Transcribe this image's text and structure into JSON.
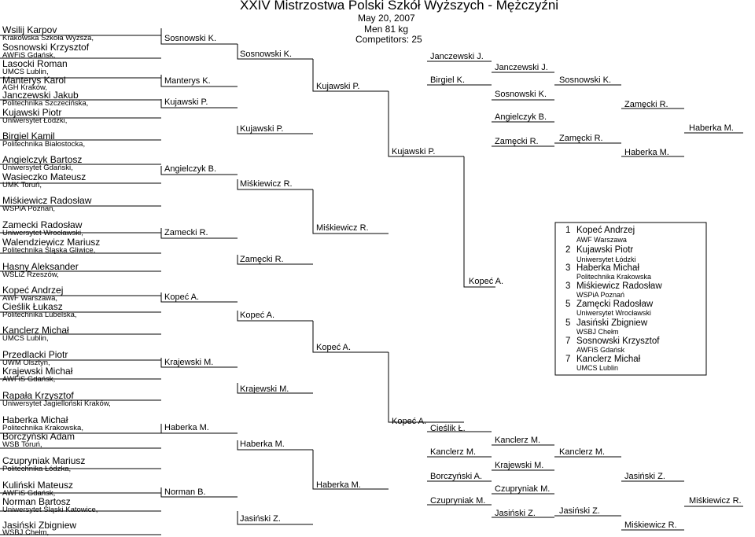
{
  "header": {
    "title": "XXIV Mistrzostwa Polski Szkół Wyższych - Mężczyźni",
    "date": "May 20, 2007",
    "category": "Men 81 kg",
    "competitors": "Competitors: 25"
  },
  "players": [
    {
      "name": "Wsilij Karpov",
      "club": "Krakowska Szkoła Wyższa,"
    },
    {
      "name": "Sosnowski Krzysztof",
      "club": "AWFiS Gdańsk,"
    },
    {
      "name": "Lasocki Roman",
      "club": "UMCS Lublin,"
    },
    {
      "name": "Manterys Karol",
      "club": "AGH Kraków,"
    },
    {
      "name": "Janczewski Jakub",
      "club": "Politechnika Szczecińska,"
    },
    {
      "name": "Kujawski Piotr",
      "club": "Uniwersytet Łódzki,"
    },
    {
      "name": "Birgiel Kamil",
      "club": "Politechnika Białostocka,"
    },
    {
      "name": "Angielczyk Bartosz",
      "club": "Uniwersytet Gdański,"
    },
    {
      "name": "Wasieczko Mateusz",
      "club": "UMK Toruń,"
    },
    {
      "name": "Miśkiewicz Radosław",
      "club": "WSPiA Poznań,"
    },
    {
      "name": "Zamecki Radosław",
      "club": "Uniwersytet Wrocławski,"
    },
    {
      "name": "Walendziewicz Mariusz",
      "club": "Politechnika Śląska Gliwice,"
    },
    {
      "name": "Hasny Aleksander",
      "club": "WSLiZ Rzeszów,"
    },
    {
      "name": "Kopeć Andrzej",
      "club": "AWF Warszawa,"
    },
    {
      "name": "Cieślik Łukasz",
      "club": "Politechnika Lubelska,"
    },
    {
      "name": "Kanclerz Michał",
      "club": "UMCS Lublin,"
    },
    {
      "name": "Przedlacki Piotr",
      "club": "UWM Olsztyn,"
    },
    {
      "name": "Krajewski Michał",
      "club": "AWFiS Gdańsk,"
    },
    {
      "name": "Rapała Krzysztof",
      "club": "Uniwersytet Jagielloński Kraków,"
    },
    {
      "name": "Haberka Michał",
      "club": "Politechnika Krakowska,"
    },
    {
      "name": "Borczyński Adam",
      "club": "WSB Toruń,"
    },
    {
      "name": "Czupryniak Mariusz",
      "club": "Politechnika Łódzka,"
    },
    {
      "name": "Kuliński Mateusz",
      "club": "AWFiS Gdańsk,"
    },
    {
      "name": "Norman Bartosz",
      "club": "Uniwersytet Śląski Katowice,"
    },
    {
      "name": "Jasiński Zbigniew",
      "club": "WSBJ Chełm,"
    }
  ],
  "winners": {
    "r1": [
      "Sosnowski K.",
      "Manterys K.",
      "Kujawski P.",
      "Angielczyk B.",
      "Zamecki R.",
      "Kopeć A.",
      "Krajewski M.",
      "Haberka M.",
      "Norman B."
    ],
    "r2": [
      "Sosnowski K.",
      "Kujawski P.",
      "Miśkiewicz R.",
      "Zamęcki R.",
      "Kopeć A.",
      "Krajewski M.",
      "Haberka M.",
      "Jasiński Z."
    ],
    "r3": [
      "Kujawski P.",
      "Miśkiewicz R.",
      "Kopeć A.",
      "Haberka M."
    ],
    "r4": [
      "Kujawski P.",
      "Kopeć A."
    ],
    "final": "Kopeć A."
  },
  "repechage_upper": {
    "r1": [
      "Janczewski J.",
      "Birgiel K."
    ],
    "r2": [
      "Janczewski J.",
      "Sosnowski K.",
      "Angielczyk B.",
      "Zamęcki R."
    ],
    "r3": [
      "Sosnowski K.",
      "Zamęcki R."
    ],
    "r4": [
      "Zamęcki R.",
      "Haberka M."
    ],
    "final": "Haberka M."
  },
  "repechage_lower": {
    "r0": [
      "Cieślik Ł."
    ],
    "r1": [
      "Kanclerz M.",
      "Borczyński A.",
      "Czupryniak M."
    ],
    "r2": [
      "Kanclerz M.",
      "Krajewski M.",
      "Czupryniak M.",
      "Jasiński Z."
    ],
    "r3": [
      "Kanclerz M.",
      "Jasiński Z."
    ],
    "r4": [
      "Jasiński Z.",
      "Miśkiewicz R."
    ],
    "final": "Miśkiewicz R."
  },
  "results": [
    {
      "place": "1",
      "name": "Kopeć Andrzej",
      "club": "AWF Warszawa"
    },
    {
      "place": "2",
      "name": "Kujawski Piotr",
      "club": "Uniwersytet Łódzki"
    },
    {
      "place": "3",
      "name": "Haberka Michał",
      "club": "Politechnika Krakowska"
    },
    {
      "place": "3",
      "name": "Miśkiewicz Radosław",
      "club": "WSPiA Poznań"
    },
    {
      "place": "5",
      "name": "Zamęcki Radosław",
      "club": "Uniwersytet Wrocławski"
    },
    {
      "place": "5",
      "name": "Jasiński Zbigniew",
      "club": "WSBJ Chełm"
    },
    {
      "place": "7",
      "name": "Sosnowski Krzysztof",
      "club": "AWFiS Gdańsk"
    },
    {
      "place": "7",
      "name": "Kanclerz Michał",
      "club": "UMCS Lublin"
    }
  ]
}
